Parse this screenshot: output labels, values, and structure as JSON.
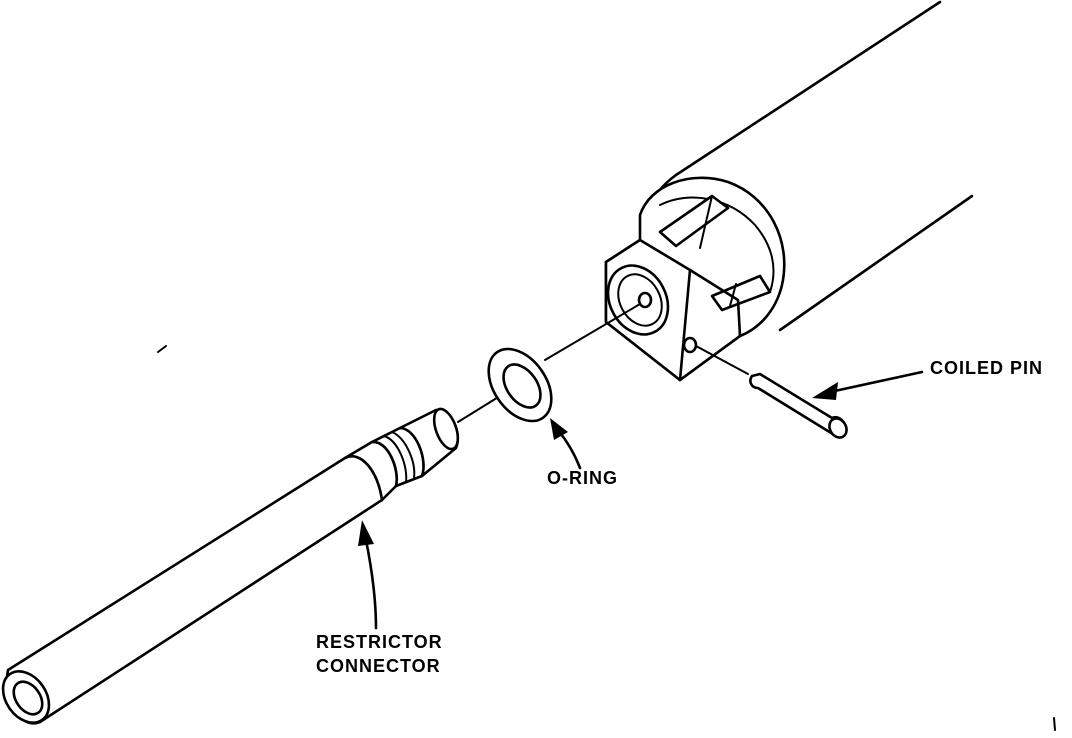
{
  "labels": {
    "coiled_pin": "COILED PIN",
    "o_ring": "O-RING",
    "restrictor_line1": "RESTRICTOR",
    "restrictor_line2": "CONNECTOR"
  }
}
